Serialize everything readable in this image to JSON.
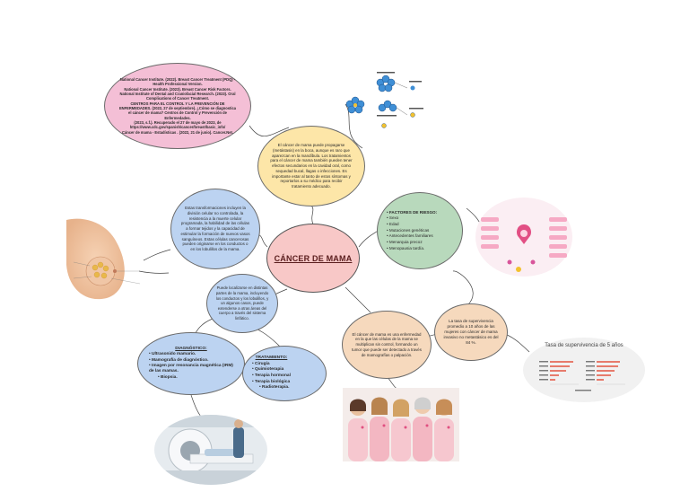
{
  "central": {
    "title": "CÁNCER DE MAMA"
  },
  "references": {
    "text": "National Cancer Institute. (2022). Breast Cancer Treatment (PDQ) - Health Professional Version.\nNational Cancer Institute. (2023). Breast Cancer Risk Factors.\nNational Institute of Dental and Craniofacial Research. (2023). Oral Complications of Cancer Treatment.\nCENTROS PARA EL CONTROL Y LA PREVENCIÓN DE ENFERMEDADES. (2022, 27 de septiembre). ¿Cómo se diagnostica el cáncer de mama? Centros de Control y Prevención de Enfermedades.\n(2023, s.f.). Recuperado el 27 de mayo de 2023, de https://www.cdc.gov/spanish/cancer/breast/basic_info/\nCáncer de mama - Estadísticas . (2022, 21 de junio). Cancer.Net."
  },
  "side_effects": {
    "text": "El cáncer de mama puede propagarse (metástasis) en la boca, aunque es raro que aparezcan en la mandíbula. Los tratamientos para el cáncer de mama también pueden tener efectos secundarios en la cavidad oral, como sequedad bucal, llagas o infecciones. Es importante estar al tanto de estos síntomas y reportarlos a su médico para recibir tratamiento adecuado."
  },
  "transformations": {
    "text": "Estas transformaciones incluyen la división celular no controlada, la resistencia a la muerte celular programada, la habilidad de las células a formar tejidos y la capacidad de estimular la formación de nuevos vasos sanguíneos. Estas células cancerosas pueden originarse en los conductos o en los lobulillos de la mama."
  },
  "risk_factors": {
    "title": "• FACTORES DE RIESGO:",
    "items": [
      "• Sexo",
      "• Edad",
      "• Mutaciones genéticas",
      "• Antecedentes familiares",
      "• Menarquia precoz",
      "• Menopausia tardía."
    ]
  },
  "spread": {
    "text": "Puede localizarse en distintas partes de la mama, incluyendo los conductos y los lobulillos, y un algunos casos, puede extenderse a otras áreas del cuerpo a través del sistema linfático."
  },
  "diagnosis": {
    "title": "DIAGNÓSTICO:",
    "items": [
      "• Ultrasonido mamario.",
      "• Mamografía de diagnóstico.",
      "• Imagen por resonancia magnética (IRM) de las mamas.",
      "• Biopsia."
    ]
  },
  "treatment": {
    "title": "TRATAMIENTO:",
    "items": [
      "• Cirugía",
      "• Quimioterapia",
      "• Terapia hormonal",
      "• Terapia biológica",
      "• Radioterapia."
    ]
  },
  "definition": {
    "text": "El cáncer de mama es una enfermedad en la que las células de la mama se multiplican sin control, formando un tumor que puede ser detectado a través de mamografías o palpación."
  },
  "survival": {
    "text": "La tasa de supervivencia promedio a 10 años de las mujeres con cáncer de mama invasivo no metastásico es del 84 %."
  },
  "survival_chart": {
    "title": "Tasa de supervivencia de 5 años"
  },
  "colors": {
    "pink": "#f4bfd6",
    "yellow": "#fde6a8",
    "blue": "#bcd3f1",
    "green": "#b8d9bc",
    "peach": "#f6d9bd",
    "center": "#f8c8c7"
  }
}
